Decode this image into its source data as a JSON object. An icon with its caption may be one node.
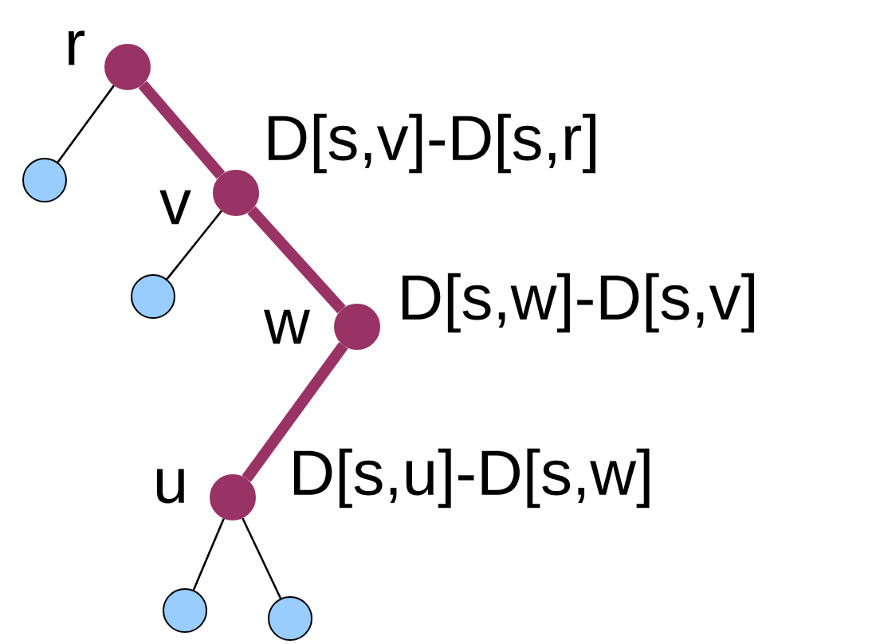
{
  "diagram": {
    "nodes": [
      {
        "text": [],
        "shape": "circle",
        "beside": [
          "r"
        ]
      },
      {
        "text": [],
        "shape": "circle"
      },
      {
        "text": [],
        "shape": "circle",
        "beside": [
          "v",
          "D[s,v]-D[s,r]"
        ]
      },
      {
        "text": [],
        "shape": "circle"
      },
      {
        "text": [],
        "shape": "circle",
        "beside": [
          "w",
          "D[s,w]-D[s,v]"
        ]
      },
      {
        "text": [],
        "shape": "circle",
        "beside": [
          "u",
          "D[s,u]-D[s,w]"
        ]
      },
      {
        "text": [],
        "shape": "circle"
      },
      {
        "text": [],
        "shape": "circle"
      }
    ],
    "edges": [
      {
        "from": 0,
        "to": 1,
        "arrow": "none"
      },
      {
        "from": 0,
        "to": 2,
        "arrow": "none",
        "style": "thick",
        "color": "#993366"
      },
      {
        "from": 2,
        "to": 3,
        "arrow": "none"
      },
      {
        "from": 2,
        "to": 4,
        "arrow": "none",
        "style": "thick",
        "color": "#993366"
      },
      {
        "from": 4,
        "to": 5,
        "arrow": "none",
        "style": "thick",
        "color": "#993366"
      },
      {
        "from": 5,
        "to": 6,
        "arrow": "none"
      },
      {
        "from": 5,
        "to": 7,
        "arrow": "none"
      }
    ]
  }
}
